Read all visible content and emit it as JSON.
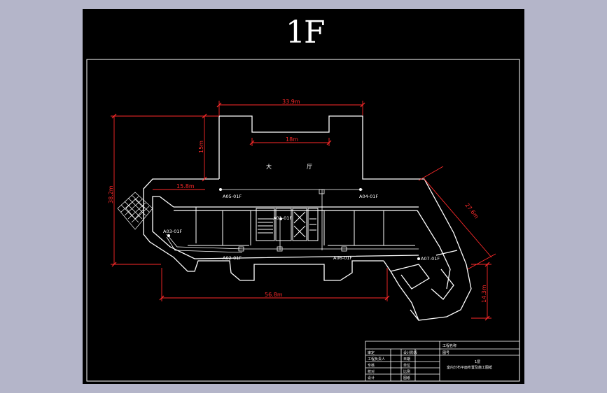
{
  "floor_title": "1F",
  "hall_label": [
    "大",
    "厅"
  ],
  "dimensions": {
    "top_width": "33.9m",
    "notch_width": "18m",
    "vertical_left": "15m",
    "left_height": "38.2m",
    "corridor_left": "15.8m",
    "bottom_width": "56.8m",
    "diagonal_right": "27.6m",
    "right_height": "14.3m"
  },
  "access_points": [
    "A05-01F",
    "A04-01F",
    "A01-01F",
    "A03-01F",
    "A02-01F",
    "A06-01F",
    "A07-01F"
  ],
  "title_block": {
    "rows": [
      [
        "审定",
        "设计阶段"
      ],
      [
        "工程负责人",
        "日期"
      ],
      [
        "专核",
        "单位"
      ],
      [
        "校对",
        "比例"
      ],
      [
        "设计",
        "图纸"
      ]
    ],
    "project_label": "工程名称",
    "sub_label": "图号",
    "drawing_floor": "1层",
    "drawing_name": "室内分布平面布置及施工图纸"
  },
  "colors": {
    "background": "#b4b5c9",
    "sheet": "#000000",
    "line": "#ffffff",
    "dimension": "#ff2a2a"
  }
}
